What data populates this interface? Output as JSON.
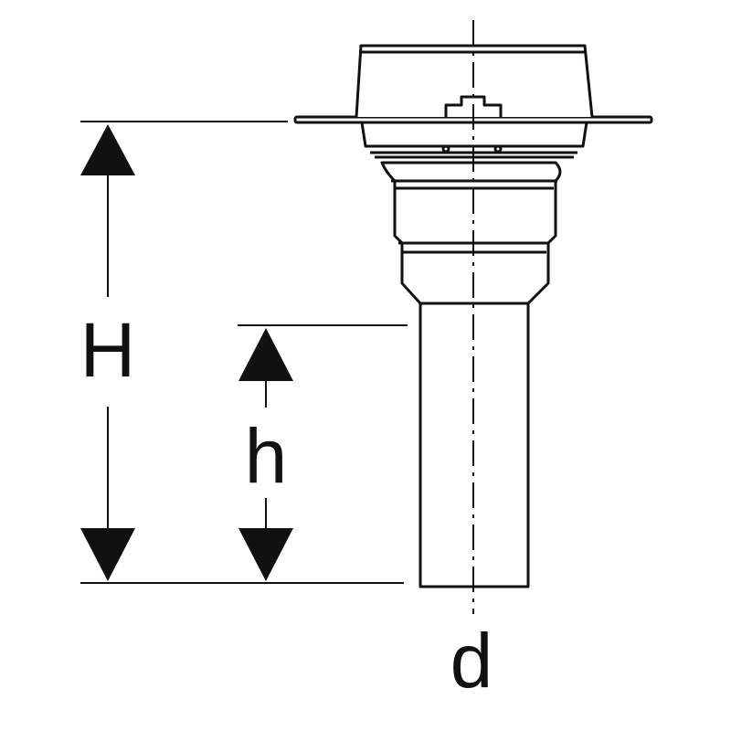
{
  "labels": {
    "total_height": "H",
    "pipe_height": "h",
    "diameter": "d"
  },
  "colors": {
    "line": "#111111",
    "background": "#ffffff"
  }
}
